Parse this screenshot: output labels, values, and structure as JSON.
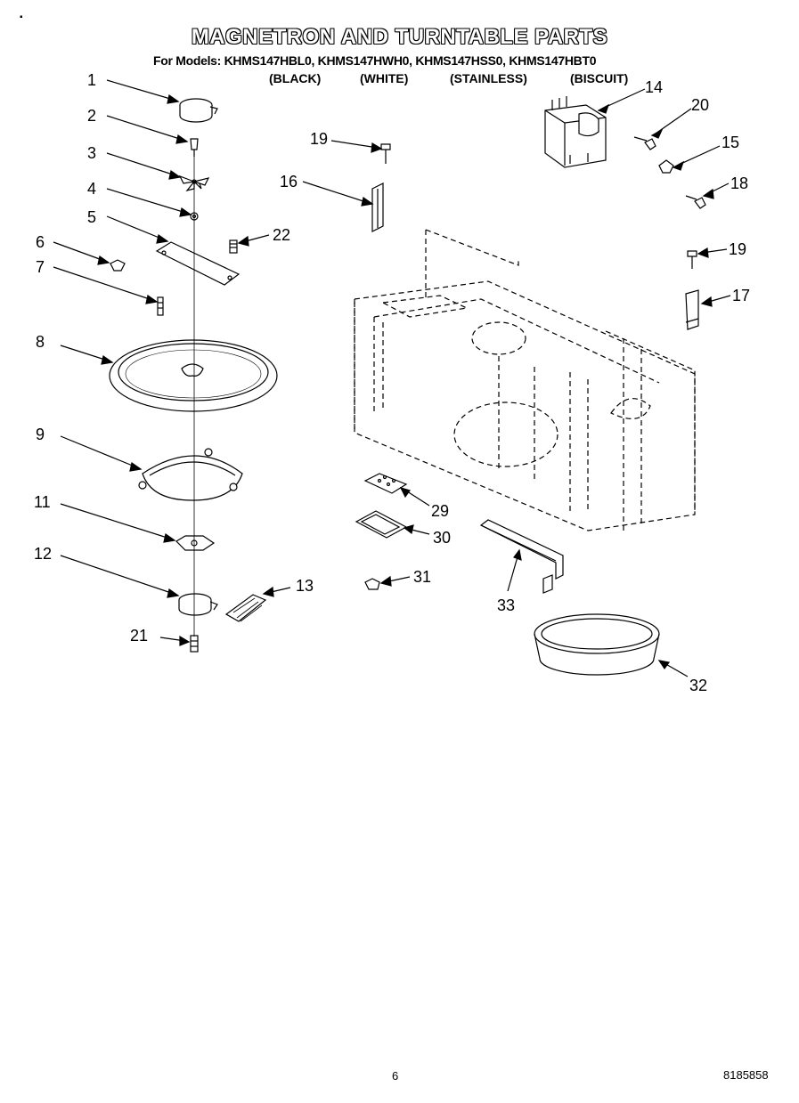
{
  "header": {
    "title": "MAGNETRON AND TURNTABLE PARTS",
    "models_line": "For Models: KHMS147HBL0, KHMS147HWH0, KHMS147HSS0, KHMS147HBT0",
    "colors": [
      "(BLACK)",
      "(WHITE)",
      "(STAINLESS)",
      "(BISCUIT)"
    ]
  },
  "callouts": [
    "1",
    "2",
    "3",
    "4",
    "5",
    "6",
    "7",
    "8",
    "9",
    "11",
    "12",
    "13",
    "21",
    "22",
    "14",
    "20",
    "15",
    "18",
    "19",
    "16",
    "19",
    "17",
    "29",
    "30",
    "31",
    "33",
    "32"
  ],
  "footer": {
    "page_number": "6",
    "document_number": "8185858"
  }
}
